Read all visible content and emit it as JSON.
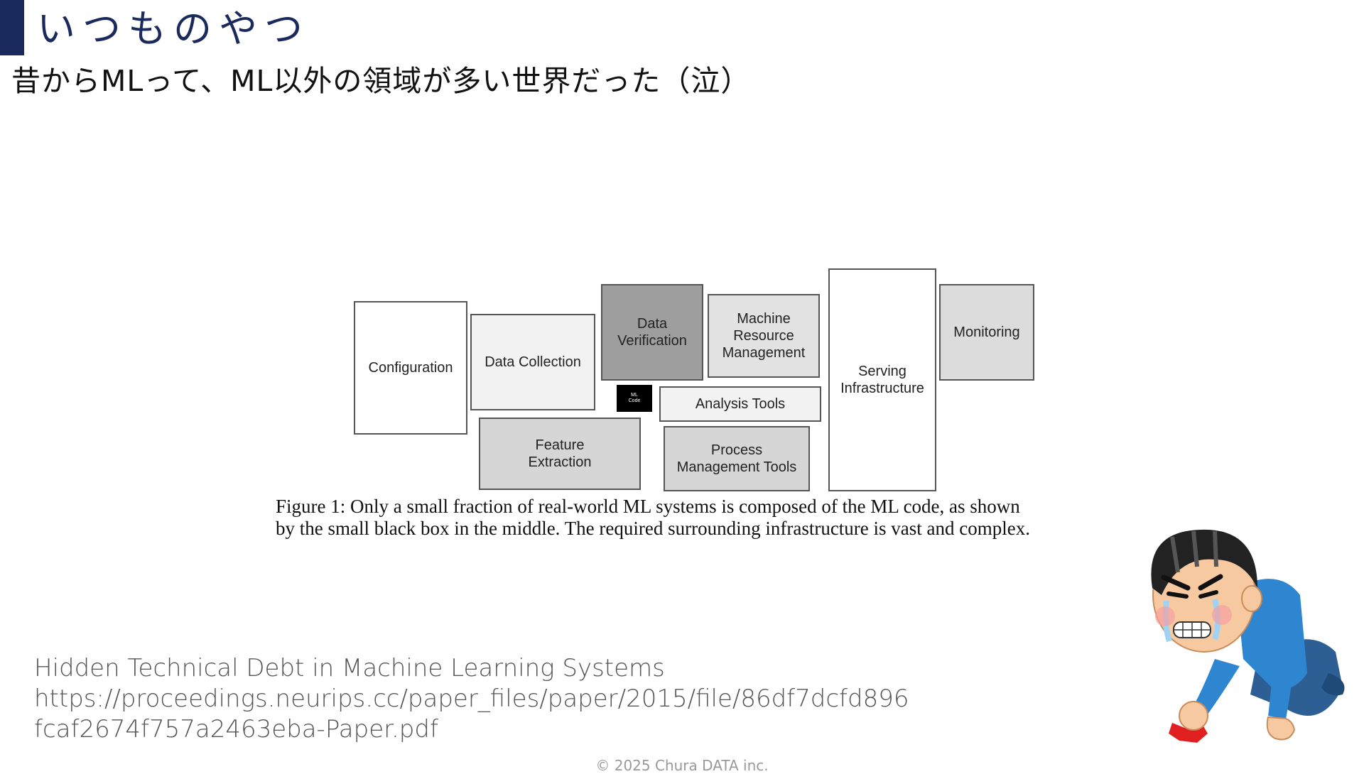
{
  "slide": {
    "title": "いつものやつ",
    "subtitle": "昔からMLって、ML以外の領域が多い世界だった（泣）"
  },
  "diagram": {
    "boxes": [
      {
        "id": "configuration",
        "label": "Configuration",
        "fill": "#ffffff"
      },
      {
        "id": "data-collection",
        "label": "Data Collection",
        "fill": "#f2f2f2"
      },
      {
        "id": "data-verification",
        "label": "Data\nVerification",
        "fill": "#9e9e9e"
      },
      {
        "id": "machine-resource-management",
        "label": "Machine\nResource\nManagement",
        "fill": "#e2e2e2"
      },
      {
        "id": "serving-infrastructure",
        "label": "Serving\nInfrastructure",
        "fill": "#ffffff"
      },
      {
        "id": "monitoring",
        "label": "Monitoring",
        "fill": "#dcdcdc"
      },
      {
        "id": "ml-code",
        "label": "ML\nCode",
        "fill": "#000000"
      },
      {
        "id": "analysis-tools",
        "label": "Analysis Tools",
        "fill": "#f2f2f2"
      },
      {
        "id": "feature-extraction",
        "label": "Feature\nExtraction",
        "fill": "#d6d6d6"
      },
      {
        "id": "process-management-tools",
        "label": "Process\nManagement Tools",
        "fill": "#d6d6d6"
      }
    ],
    "caption": [
      "Figure 1: Only a small fraction of real-world ML systems is composed of the ML code, as shown",
      "by the small black box in the middle. The required surrounding infrastructure is vast and complex."
    ]
  },
  "reference": {
    "paper_title": "Hidden Technical Debt in Machine Learning Systems",
    "url_line1": "https://proceedings.neurips.cc/paper_files/paper/2015/file/86df7dcfd896",
    "url_line2": "fcaf2674f757a2463eba-Paper.pdf"
  },
  "footer": {
    "copyright": "© 2025 Chura DATA inc."
  },
  "colors": {
    "accent": "#1b2a5c"
  },
  "illustration": {
    "icon": "frustrated-kneeling-man-illustration"
  }
}
